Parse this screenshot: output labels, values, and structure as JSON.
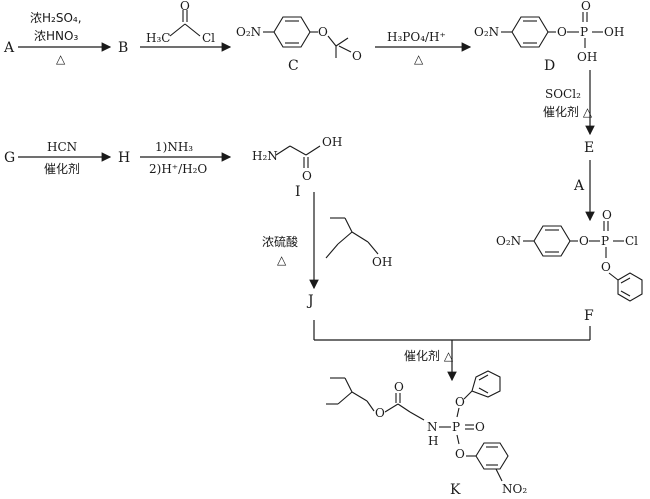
{
  "compounds": {
    "A": "A",
    "B": "B",
    "C": "C",
    "D": "D",
    "E": "E",
    "F": "F",
    "G": "G",
    "H": "H",
    "I": "I",
    "J": "J",
    "K": "K"
  },
  "reagents": {
    "step1_line1": "浓H₂SO₄,",
    "step1_line2": "浓HNO₃",
    "step1_cond": "△",
    "step3_reagent": "H₃PO₄/H⁺",
    "step3_cond": "△",
    "step4_reagent": "SOCl₂",
    "step4_cond": "催化剂  △",
    "step5_reagent": "A",
    "step6_reagent": "HCN",
    "step6_cond": "催化剂",
    "step7_line1": "1)NH₃",
    "step7_line2": "2)H⁺/H₂O",
    "step8_reagent": "浓硫酸",
    "step8_cond": "△",
    "step9_cond": "催化剂  △"
  },
  "atoms": {
    "H3C": "H₃C",
    "O": "O",
    "Cl": "Cl",
    "O2N": "O₂N",
    "NO2": "NO₂",
    "P": "P",
    "OH": "OH",
    "H2N": "H₂N",
    "N": "N",
    "H": "H"
  },
  "colors": {
    "ink": "#1a1a1a",
    "background": "#ffffff"
  }
}
